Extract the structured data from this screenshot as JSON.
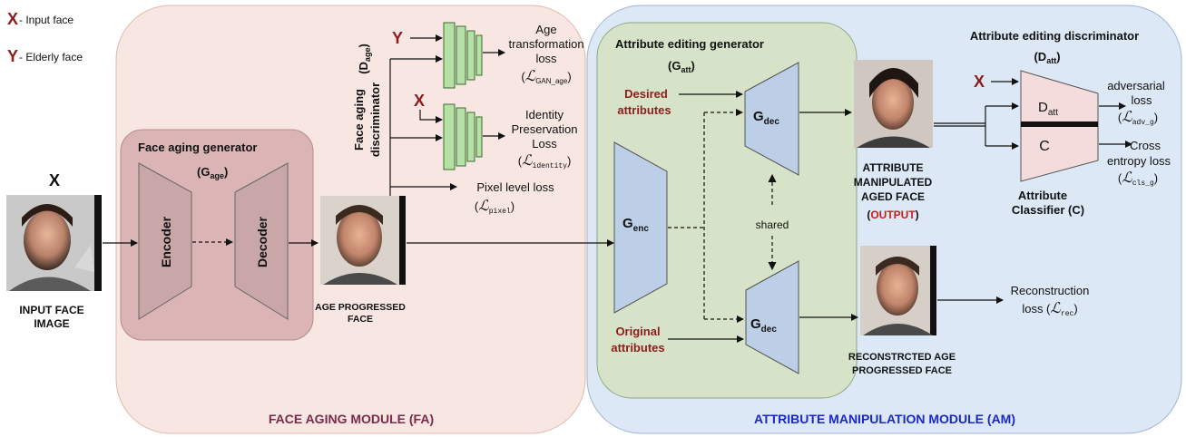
{
  "legend": {
    "x_symbol": "X",
    "x_text": " - Input face",
    "y_symbol": "Y",
    "y_text": " - Elderly face"
  },
  "input": {
    "label_x": "X",
    "caption_line1": "INPUT FACE",
    "caption_line2": "IMAGE"
  },
  "fa_module": {
    "title": "FACE AGING MODULE (FA)",
    "generator_title": "Face aging generator",
    "generator_symbol": "G",
    "generator_sub": "age",
    "encoder": "Encoder",
    "decoder": "Decoder",
    "output_caption_line1": "AGE PROGRESSED",
    "output_caption_line2": "FACE",
    "discriminator_line1": "Face aging",
    "discriminator_line2": "discriminator",
    "discriminator_symbol": "D",
    "discriminator_sub": "age",
    "y_input": "Y",
    "x_input": "X",
    "loss_age_line1": "Age",
    "loss_age_line2": "transformation",
    "loss_age_line3": "loss",
    "loss_age_sym": "GAN_age",
    "loss_id_line1": "Identity",
    "loss_id_line2": "Preservation",
    "loss_id_line3": "Loss",
    "loss_id_sym": "identity",
    "loss_pixel_line1": "Pixel level loss",
    "loss_pixel_sym": "pixel"
  },
  "am_module": {
    "title": "ATTRIBUTE MANIPULATION MODULE (AM)",
    "generator_title": "Attribute editing generator",
    "generator_symbol": "G",
    "generator_sub": "att",
    "encoder_symbol": "G",
    "encoder_sub": "enc",
    "decoder_symbol": "G",
    "decoder_sub": "dec",
    "desired_line1": "Desired",
    "desired_line2": "attributes",
    "original_line1": "Original",
    "original_line2": "attributes",
    "shared": "shared",
    "output_caption_line1": "ATTRIBUTE",
    "output_caption_line2": "MANIPULATED",
    "output_caption_line3": "AGED FACE",
    "output_tag": "OUTPUT",
    "recon_caption_line1": "RECONSTRCTED AGE",
    "recon_caption_line2": "PROGRESSED FACE",
    "discriminator_title": "Attribute editing discriminator",
    "discriminator_symbol": "D",
    "discriminator_sub": "att",
    "disc_x_input": "X",
    "disc_head_symbol": "D",
    "disc_head_sub": "att",
    "classifier_head": "C",
    "classifier_line1": "Attribute",
    "classifier_line2": "Classifier (C)",
    "loss_adv_line1": "adversarial",
    "loss_adv_line2": "loss",
    "loss_adv_sym": "adv_g",
    "loss_cls_line1": "Cross",
    "loss_cls_line2": "entropy loss",
    "loss_cls_sym": "cls_g",
    "loss_rec_line1": "Reconstruction",
    "loss_rec_line2": "loss (",
    "loss_rec_sym": "rec"
  },
  "colors": {
    "fa_bg": "#f8e6e3",
    "fa_gen_bg": "#dbb5b5",
    "am_bg": "#dce8f6",
    "am_gen_bg": "#d6e3c8",
    "disc_bars": "#b5e0a6",
    "trapezoid": "#c9a7a9",
    "am_trapezoid": "#bccfe6",
    "att_trapezoid": "#f4dcdc",
    "dark_red": "#8b1d1d",
    "fa_title": "#7a2b4a",
    "am_title": "#1b28c8",
    "output_red": "#d21a1a"
  }
}
